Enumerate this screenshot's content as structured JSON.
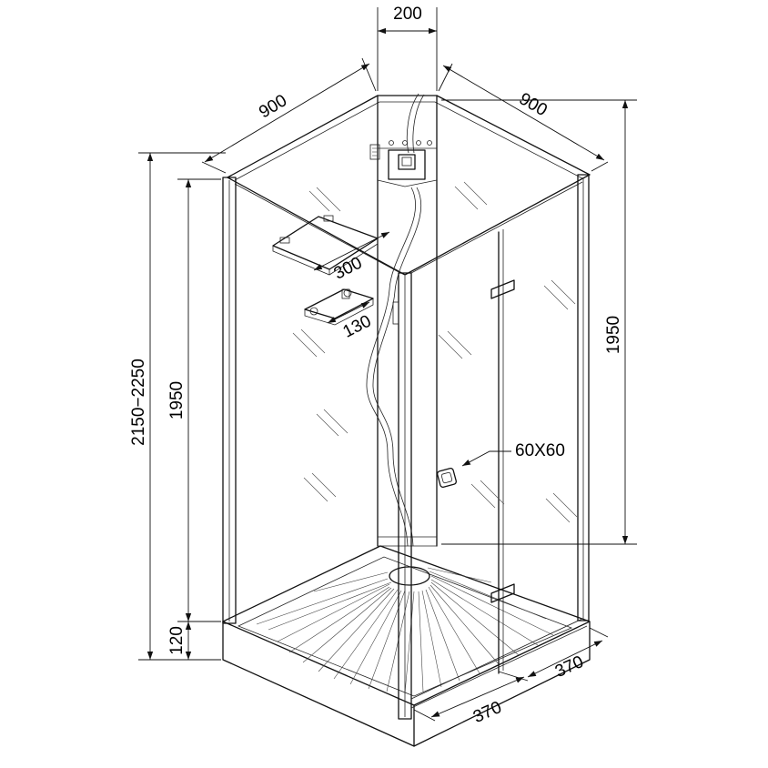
{
  "dimensions": {
    "column_width": "200",
    "width_left": "900",
    "width_right": "900",
    "total_height": "2150−2250",
    "cabin_height_left": "1950",
    "cabin_height_right": "1950",
    "tray_height": "120",
    "shelf_length": "300",
    "soap_holder_length": "130",
    "control_size": "60X60",
    "door_left": "370",
    "door_right": "370"
  },
  "colors": {
    "line": "#111111",
    "background": "#ffffff"
  }
}
